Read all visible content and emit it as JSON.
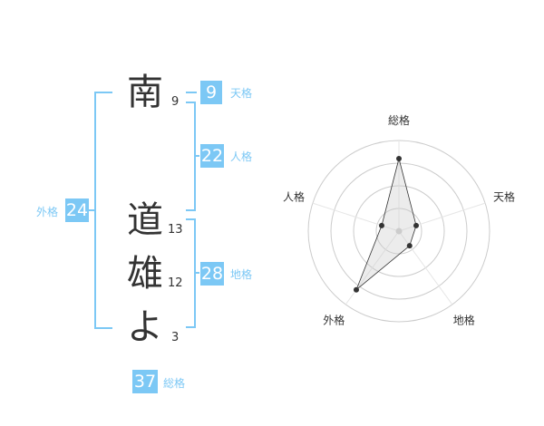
{
  "name": {
    "chars": [
      {
        "char": "南",
        "strokes": "9"
      },
      {
        "char": "道",
        "strokes": "13"
      },
      {
        "char": "雄",
        "strokes": "12"
      },
      {
        "char": "よ",
        "strokes": "3"
      }
    ]
  },
  "kakusu": {
    "tenkaku": {
      "value": "9",
      "label": "天格"
    },
    "jinkaku": {
      "value": "22",
      "label": "人格"
    },
    "chikaku": {
      "value": "28",
      "label": "地格"
    },
    "gaikaku": {
      "value": "24",
      "label": "外格"
    },
    "soukaku": {
      "value": "37",
      "label": "総格"
    }
  },
  "colors": {
    "accent": "#7cc8f5",
    "text": "#333333",
    "grid": "#cccccc"
  },
  "chart_data": {
    "type": "radar",
    "axes": [
      "総格",
      "天格",
      "地格",
      "外格",
      "人格"
    ],
    "values": [
      4,
      1,
      1,
      4,
      1
    ],
    "rmax": 5,
    "rings": 4
  }
}
